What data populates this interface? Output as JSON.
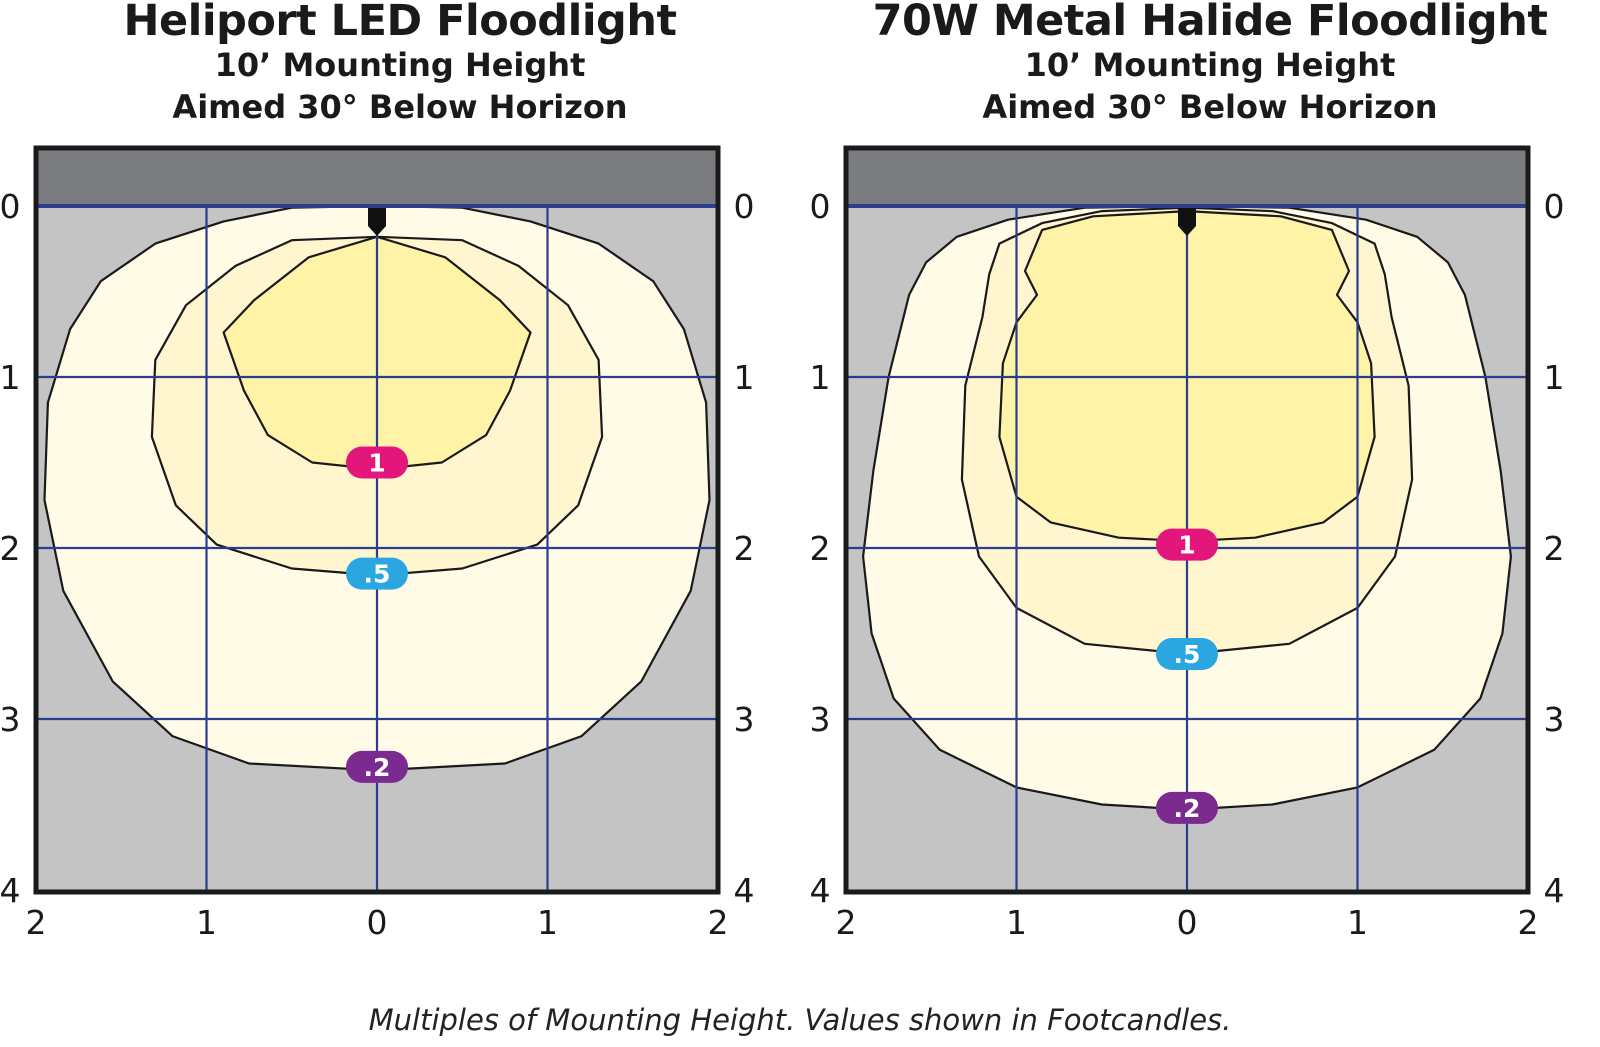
{
  "caption": "Multiples of Mounting Height. Values shown in Footcandles.",
  "colors": {
    "ceiling": "#7b7c7f",
    "background": "#c4c4c4",
    "level_02": "#fffbe7",
    "level_05": "#fff6cf",
    "level_1": "#fff3a8",
    "grid": "#2a3d8f",
    "outline": "#1a1a1a",
    "label_1": "#e3167b",
    "label_05": "#2aa6e0",
    "label_02": "#7b2a8f"
  },
  "chart_data": [
    {
      "type": "isofootcandle",
      "title": "Heliport LED Floodlight",
      "subtitle_1": "10’ Mounting Height",
      "subtitle_2": "Aimed 30° Below Horizon",
      "x_ticks": [
        "2",
        "1",
        "0",
        "1",
        "2"
      ],
      "y_ticks": [
        "0",
        "1",
        "2",
        "3",
        "4"
      ],
      "xlim": [
        -2,
        2
      ],
      "ylim": [
        0,
        4
      ],
      "fixture": {
        "x": 0,
        "y": 0
      },
      "contours": [
        {
          "level": ".2",
          "label_y": 3.28,
          "points": [
            [
              0,
              0
            ],
            [
              0.5,
              0.01
            ],
            [
              0.9,
              0.09
            ],
            [
              1.3,
              0.22
            ],
            [
              1.62,
              0.44
            ],
            [
              1.8,
              0.72
            ],
            [
              1.93,
              1.15
            ],
            [
              1.95,
              1.72
            ],
            [
              1.84,
              2.25
            ],
            [
              1.55,
              2.78
            ],
            [
              1.2,
              3.1
            ],
            [
              0.75,
              3.26
            ],
            [
              0,
              3.3
            ],
            [
              -0.75,
              3.26
            ],
            [
              -1.2,
              3.1
            ],
            [
              -1.55,
              2.78
            ],
            [
              -1.84,
              2.25
            ],
            [
              -1.95,
              1.72
            ],
            [
              -1.93,
              1.15
            ],
            [
              -1.8,
              0.72
            ],
            [
              -1.62,
              0.44
            ],
            [
              -1.3,
              0.22
            ],
            [
              -0.9,
              0.09
            ],
            [
              -0.5,
              0.01
            ]
          ]
        },
        {
          "level": ".5",
          "label_y": 2.15,
          "points": [
            [
              0,
              0.18
            ],
            [
              0.5,
              0.2
            ],
            [
              0.83,
              0.35
            ],
            [
              1.12,
              0.58
            ],
            [
              1.3,
              0.9
            ],
            [
              1.32,
              1.35
            ],
            [
              1.18,
              1.75
            ],
            [
              0.94,
              1.98
            ],
            [
              0.5,
              2.12
            ],
            [
              0,
              2.16
            ],
            [
              -0.5,
              2.12
            ],
            [
              -0.94,
              1.98
            ],
            [
              -1.18,
              1.75
            ],
            [
              -1.32,
              1.35
            ],
            [
              -1.3,
              0.9
            ],
            [
              -1.12,
              0.58
            ],
            [
              -0.83,
              0.35
            ],
            [
              -0.5,
              0.2
            ]
          ]
        },
        {
          "level": "1",
          "label_y": 1.5,
          "points": [
            [
              0,
              0.18
            ],
            [
              0.4,
              0.3
            ],
            [
              0.72,
              0.55
            ],
            [
              0.9,
              0.74
            ],
            [
              0.78,
              1.08
            ],
            [
              0.64,
              1.34
            ],
            [
              0.38,
              1.5
            ],
            [
              0,
              1.54
            ],
            [
              -0.38,
              1.5
            ],
            [
              -0.64,
              1.34
            ],
            [
              -0.78,
              1.08
            ],
            [
              -0.9,
              0.74
            ],
            [
              -0.72,
              0.55
            ],
            [
              -0.4,
              0.3
            ]
          ]
        }
      ]
    },
    {
      "type": "isofootcandle",
      "title": "70W Metal Halide Floodlight",
      "subtitle_1": "10’ Mounting Height",
      "subtitle_2": "Aimed 30° Below Horizon",
      "x_ticks": [
        "2",
        "1",
        "0",
        "1",
        "2"
      ],
      "y_ticks": [
        "0",
        "1",
        "2",
        "3",
        "4"
      ],
      "xlim": [
        -2,
        2
      ],
      "ylim": [
        0,
        4
      ],
      "fixture": {
        "x": 0,
        "y": 0
      },
      "contours": [
        {
          "level": ".2",
          "label_y": 3.52,
          "points": [
            [
              0,
              0
            ],
            [
              0.6,
              0.01
            ],
            [
              1.05,
              0.08
            ],
            [
              1.35,
              0.18
            ],
            [
              1.53,
              0.33
            ],
            [
              1.63,
              0.52
            ],
            [
              1.75,
              1.0
            ],
            [
              1.84,
              1.55
            ],
            [
              1.9,
              2.05
            ],
            [
              1.85,
              2.5
            ],
            [
              1.72,
              2.88
            ],
            [
              1.45,
              3.18
            ],
            [
              1.0,
              3.4
            ],
            [
              0.5,
              3.5
            ],
            [
              0,
              3.53
            ],
            [
              -0.5,
              3.5
            ],
            [
              -1.0,
              3.4
            ],
            [
              -1.45,
              3.18
            ],
            [
              -1.72,
              2.88
            ],
            [
              -1.85,
              2.5
            ],
            [
              -1.9,
              2.05
            ],
            [
              -1.84,
              1.55
            ],
            [
              -1.75,
              1.0
            ],
            [
              -1.63,
              0.52
            ],
            [
              -1.53,
              0.33
            ],
            [
              -1.35,
              0.18
            ],
            [
              -1.05,
              0.08
            ],
            [
              -0.6,
              0.01
            ]
          ]
        },
        {
          "level": ".5",
          "label_y": 2.62,
          "points": [
            [
              0,
              0.01
            ],
            [
              0.5,
              0.03
            ],
            [
              0.85,
              0.1
            ],
            [
              1.1,
              0.22
            ],
            [
              1.16,
              0.4
            ],
            [
              1.2,
              0.65
            ],
            [
              1.3,
              1.05
            ],
            [
              1.32,
              1.6
            ],
            [
              1.22,
              2.05
            ],
            [
              1.0,
              2.35
            ],
            [
              0.6,
              2.56
            ],
            [
              0,
              2.62
            ],
            [
              -0.6,
              2.56
            ],
            [
              -1.0,
              2.35
            ],
            [
              -1.22,
              2.05
            ],
            [
              -1.32,
              1.6
            ],
            [
              -1.3,
              1.05
            ],
            [
              -1.2,
              0.65
            ],
            [
              -1.16,
              0.4
            ],
            [
              -1.1,
              0.22
            ],
            [
              -0.85,
              0.1
            ],
            [
              -0.5,
              0.03
            ]
          ]
        },
        {
          "level": "1",
          "label_y": 1.98,
          "points": [
            [
              0,
              0.03
            ],
            [
              0.55,
              0.06
            ],
            [
              0.85,
              0.14
            ],
            [
              0.95,
              0.38
            ],
            [
              0.88,
              0.52
            ],
            [
              1.0,
              0.68
            ],
            [
              1.08,
              0.92
            ],
            [
              1.1,
              1.35
            ],
            [
              1.0,
              1.7
            ],
            [
              0.8,
              1.85
            ],
            [
              0.4,
              1.94
            ],
            [
              0,
              1.96
            ],
            [
              -0.4,
              1.94
            ],
            [
              -0.8,
              1.85
            ],
            [
              -1.0,
              1.7
            ],
            [
              -1.1,
              1.35
            ],
            [
              -1.08,
              0.92
            ],
            [
              -1.0,
              0.68
            ],
            [
              -0.88,
              0.52
            ],
            [
              -0.95,
              0.38
            ],
            [
              -0.85,
              0.14
            ],
            [
              -0.55,
              0.06
            ]
          ]
        }
      ]
    }
  ]
}
